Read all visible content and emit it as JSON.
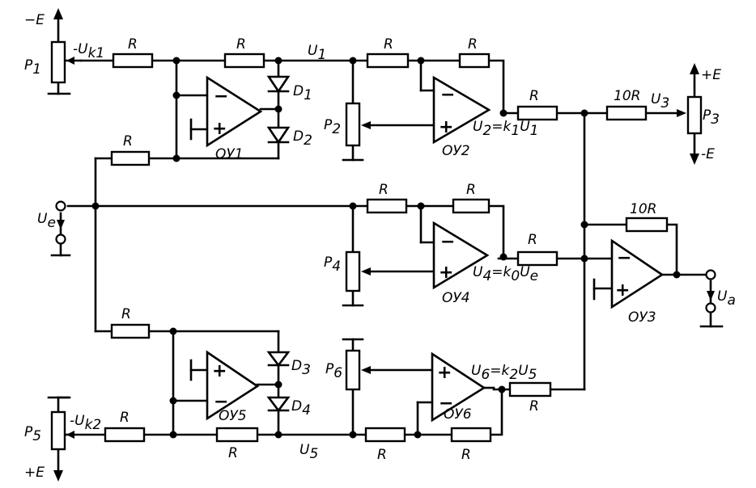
{
  "labels": {
    "minus_e_top": "−E",
    "p1": "P",
    "p1_sub": "1",
    "uk1": "-U",
    "uk1_sub": "k1",
    "r": "R",
    "u1": "U",
    "u1_sub": "1",
    "d1": "D",
    "d1_sub": "1",
    "d2": "D",
    "d2_sub": "2",
    "oy1": "ОУ1",
    "p2": "P",
    "p2_sub": "2",
    "oy2": "ОУ2",
    "u2_eq": "U",
    "u2_eq_sub": "2",
    "u2_rhs": "=k",
    "u2_rhs_sub1": "1",
    "u2_rhs2": "U",
    "u2_rhs_sub2": "1",
    "r10": "10R",
    "u3": "U",
    "u3_sub": "3",
    "p3": "P",
    "p3_sub": "3",
    "plus_e_right": "+E",
    "minus_e_right": "-E",
    "ue": "U",
    "ue_sub": "e",
    "p4": "P",
    "p4_sub": "4",
    "oy4": "ОУ4",
    "u4_eq": "U",
    "u4_eq_sub": "4",
    "u4_rhs": "=k",
    "u4_rhs_sub1": "0",
    "u4_rhs2": "U",
    "u4_rhs_sub2": "e",
    "r10_fb": "10R",
    "oy3": "ОУ3",
    "ua": "U",
    "ua_sub": "a",
    "d3": "D",
    "d3_sub": "3",
    "d4": "D",
    "d4_sub": "4",
    "oy5": "ОУ5",
    "p5": "P",
    "p5_sub": "5",
    "uk2": "-U",
    "uk2_sub": "k2",
    "plus_e_bottom": "+E",
    "u5": "U",
    "u5_sub": "5",
    "p6": "P",
    "p6_sub": "6",
    "oy6": "ОУ6",
    "u6_eq": "U",
    "u6_eq_sub": "6",
    "u6_rhs": "=k",
    "u6_rhs_sub1": "2",
    "u6_rhs2": "U",
    "u6_rhs_sub2": "5",
    "minus_sign": "−",
    "plus_sign": "+"
  }
}
